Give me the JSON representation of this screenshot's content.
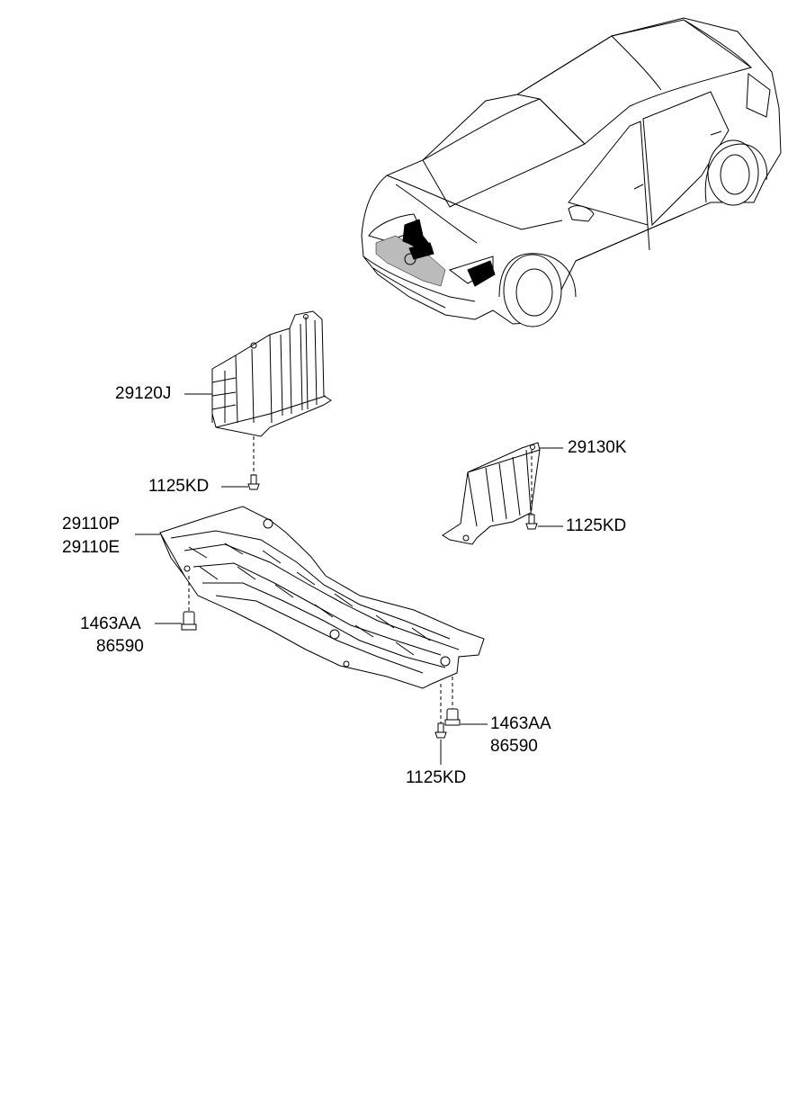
{
  "labels": {
    "left_cover_part": "29120J",
    "left_cover_bolt": "1125KD",
    "right_cover_part": "29130K",
    "right_cover_bolt": "1125KD",
    "main_cover_part_1": "29110P",
    "main_cover_part_2": "29110E",
    "main_left_clip_1": "1463AA",
    "main_left_clip_2": "86590",
    "main_right_clip_1": "1463AA",
    "main_right_clip_2": "86590",
    "main_bottom_bolt": "1125KD"
  }
}
